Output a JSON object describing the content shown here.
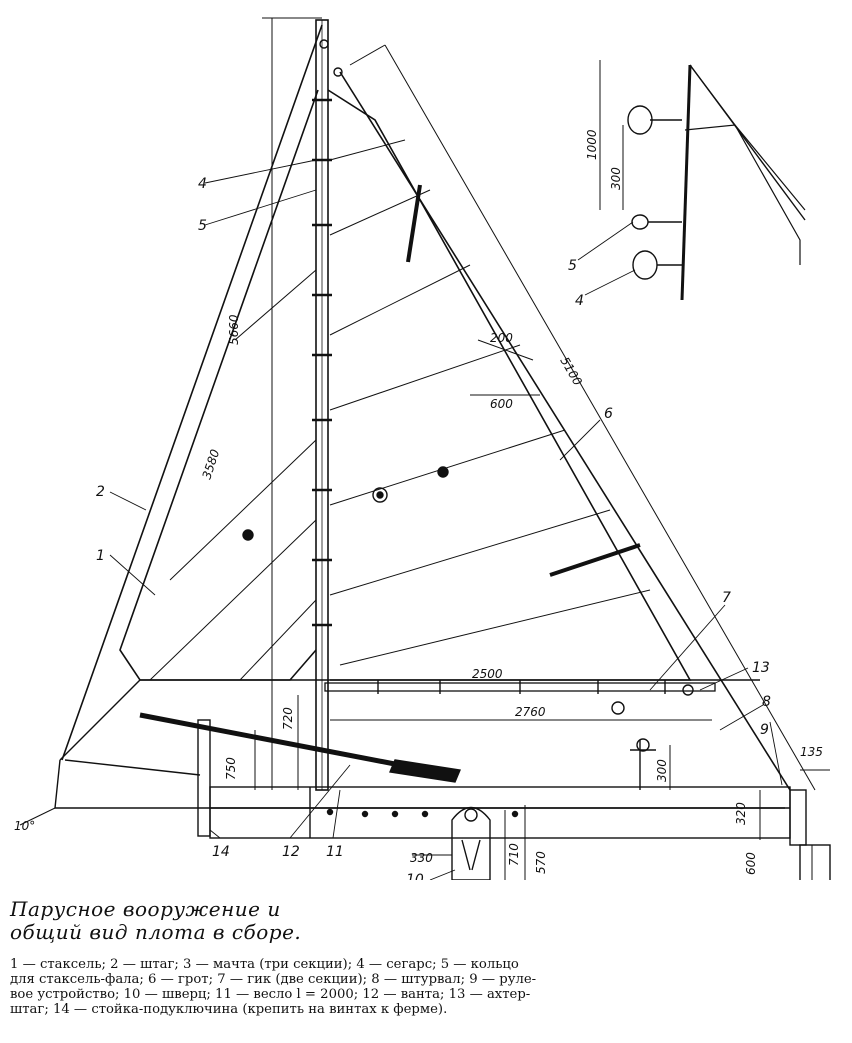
{
  "figure": {
    "caption_line1": "Парусное вооружение и",
    "caption_line2": "общий вид плота в сборе.",
    "legend_line1": "1 — стаксель; 2 — штаг; 3 — мачта (три секции); 4 — сегарс; 5 — кольцо",
    "legend_line2": "для стаксель-фала; 6 — грот; 7 — гик (две секции); 8 — штурвал; 9 — руле-",
    "legend_line3": "вое устройство; 10 — шверц; 11 — весло l = 2000; 12 — ванта; 13 — ахтер-",
    "legend_line4": "штаг; 14 — стойка-подуключина (крепить на винтах к ферме)."
  },
  "dimensions": {
    "mast_height": "5660",
    "stay_length": "3580",
    "mainsail_luff": "5100",
    "batten_spacing": "200",
    "batten_length": "600",
    "boom_length": "2500",
    "boom_extent": "2760",
    "boom_height": "720",
    "thwart_height": "750",
    "wheel_height": "300",
    "deck_thickness": "320",
    "rudder_offset": "135",
    "rudder_height": "600",
    "rudder_width": "330",
    "leeboard_width": "330",
    "leeboard_top": "710",
    "leeboard_bottom": "570",
    "bow_angle": "10°",
    "detail_span": "1000",
    "detail_gap": "300"
  },
  "labels": {
    "n1": "1",
    "n2": "2",
    "n4": "4",
    "n5": "5",
    "n6": "6",
    "n7": "7",
    "n8": "8",
    "n9": "9",
    "n10": "10",
    "n11": "11",
    "n12": "12",
    "n13": "13",
    "n14": "14",
    "detail_n4": "4",
    "detail_n5": "5"
  }
}
